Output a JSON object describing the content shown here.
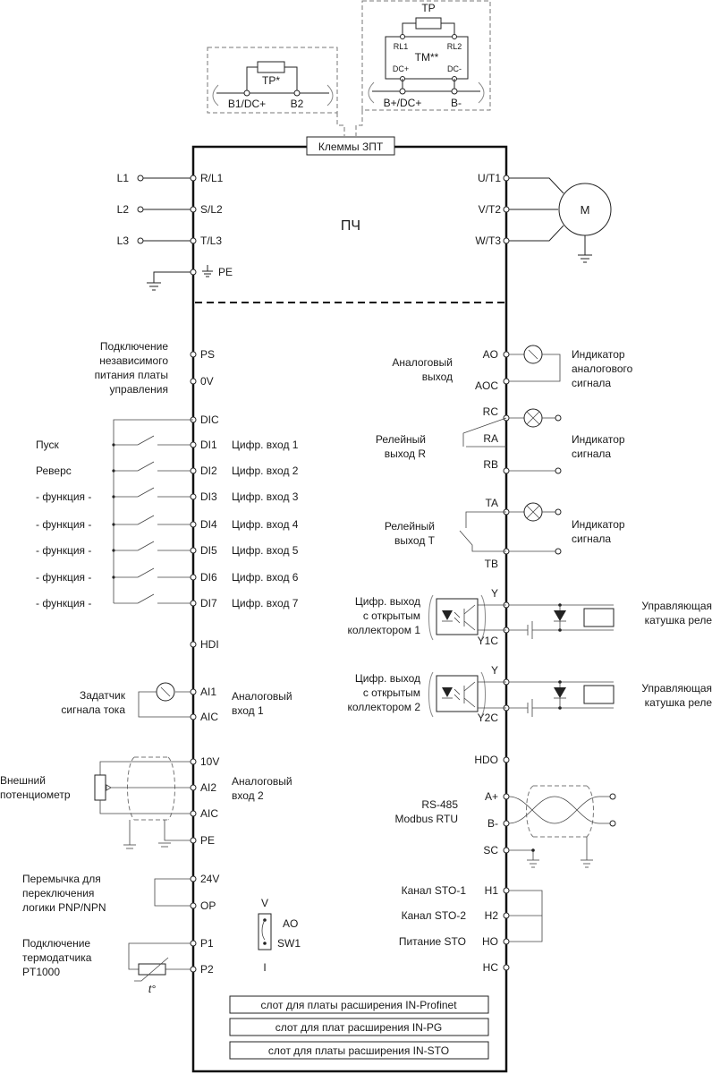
{
  "top": {
    "tp_star": "TP*",
    "b1": "B1/DC+",
    "b2": "B2",
    "tp": "TP",
    "rl1": "RL1",
    "rl2": "RL2",
    "tm": "TM**",
    "dcp": "DC+",
    "dcm": "DC-",
    "bplus": "B+/DC+",
    "bminus": "B-",
    "dc_clamps": "Клеммы ЗПТ"
  },
  "power": {
    "device": "ПЧ",
    "motor": "M",
    "inputs": [
      {
        "line": "L1",
        "term": "R/L1"
      },
      {
        "line": "L2",
        "term": "S/L2"
      },
      {
        "line": "L3",
        "term": "T/L3"
      }
    ],
    "pe": "PE",
    "outputs": [
      "U/T1",
      "V/T2",
      "W/T3"
    ]
  },
  "left": {
    "ext_supply_lines": [
      "Подключение",
      "независимого",
      "питания платы",
      "управления"
    ],
    "terms": {
      "ps": "PS",
      "zv": "0V",
      "dic": "DIC",
      "hdi": "HDI",
      "ai1": "AI1",
      "aic1": "AIC",
      "v10": "10V",
      "ai2": "AI2",
      "aic2": "AIC",
      "pe2": "PE",
      "v24": "24V",
      "op": "OP",
      "p1": "P1",
      "p2": "P2"
    },
    "di": [
      {
        "func": "Пуск",
        "term": "DI1",
        "desc": "Цифр. вход 1"
      },
      {
        "func": "Реверс",
        "term": "DI2",
        "desc": "Цифр. вход 2"
      },
      {
        "func": "- функция -",
        "term": "DI3",
        "desc": "Цифр. вход 3"
      },
      {
        "func": "- функция -",
        "term": "DI4",
        "desc": "Цифр. вход 4"
      },
      {
        "func": "- функция -",
        "term": "DI5",
        "desc": "Цифр. вход 5"
      },
      {
        "func": "- функция -",
        "term": "DI6",
        "desc": "Цифр. вход 6"
      },
      {
        "func": "- функция -",
        "term": "DI7",
        "desc": "Цифр. вход 7"
      }
    ],
    "current_setter": [
      "Задатчик",
      "сигнала тока"
    ],
    "analog_in1": [
      "Аналоговый",
      "вход 1"
    ],
    "ext_pot": [
      "Внешний",
      "потенциометр"
    ],
    "analog_in2": [
      "Аналоговый",
      "вход 2"
    ],
    "jumper": [
      "Перемычка для",
      "переключения",
      "логики PNP/NPN"
    ],
    "thermo": [
      "Подключение",
      "термодатчика",
      "PT1000"
    ],
    "thermo_t": "t°",
    "sw_v": "V",
    "sw_ao": "AO",
    "sw_sw1": "SW1",
    "sw_i": "I"
  },
  "right": {
    "terms": {
      "ao": "AO",
      "aoc": "AOC",
      "rc": "RC",
      "ra": "RA",
      "rb": "RB",
      "ta": "TA",
      "tb": "TB",
      "y1": "Y",
      "y1c": "Y1C",
      "y2": "Y",
      "y2c": "Y2C",
      "hdo": "HDO",
      "ap": "A+",
      "bm": "B-",
      "sc": "SC",
      "h1": "H1",
      "h2": "H2",
      "ho": "HO",
      "hc": "HC"
    },
    "analog_out": [
      "Аналоговый",
      "выход"
    ],
    "analog_ind": [
      "Индикатор",
      "аналогового",
      "сигнала"
    ],
    "relay_r": [
      "Релейный",
      "выход R"
    ],
    "relay_ind1": [
      "Индикатор",
      "сигнала"
    ],
    "relay_t": [
      "Релейный",
      "выход Т"
    ],
    "relay_ind2": [
      "Индикатор",
      "сигнала"
    ],
    "oc1": [
      "Цифр. выход",
      "с открытым",
      "коллектором 1"
    ],
    "coil1": [
      "Управляющая",
      "катушка реле"
    ],
    "oc2": [
      "Цифр. выход",
      "с открытым",
      "коллектором 2"
    ],
    "coil2": [
      "Управляющая",
      "катушка реле"
    ],
    "rs485": [
      "RS-485",
      "Modbus RTU"
    ],
    "sto1": "Канал STO-1",
    "sto2": "Канал STO-2",
    "sto_pwr": "Питание STO"
  },
  "slots": [
    "слот для платы расширения IN-Profinet",
    "слот для плат расширения IN-PG",
    "слот для платы расширения IN-STO"
  ]
}
